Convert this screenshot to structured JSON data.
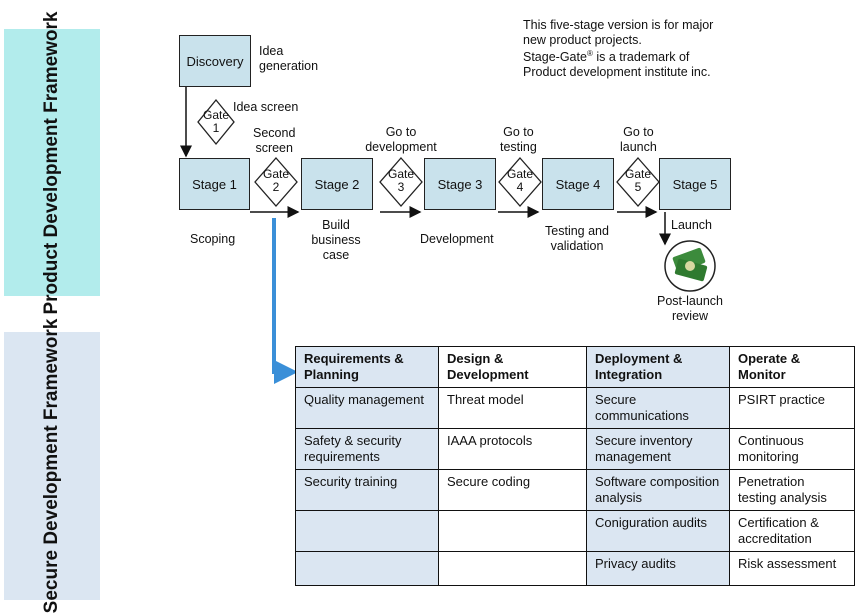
{
  "bands": {
    "top_label": "Product Development Framework",
    "bottom_label": "Secure Development Framework"
  },
  "note": {
    "line1": "This five-stage version is for major",
    "line2": "new product projects.",
    "line3_pre": "Stage-Gate",
    "line3_sup": "®",
    "line3_post": " is a trademark of",
    "line4": "Product development institute inc."
  },
  "flow": {
    "discovery": "Discovery",
    "idea_generation_1": "Idea",
    "idea_generation_2": "generation",
    "idea_screen": "Idea screen",
    "gate_word": "Gate",
    "gates": [
      "1",
      "2",
      "3",
      "4",
      "5"
    ],
    "second_screen_1": "Second",
    "second_screen_2": "screen",
    "go_dev_1": "Go to",
    "go_dev_2": "development",
    "go_test_1": "Go to",
    "go_test_2": "testing",
    "go_launch_1": "Go to",
    "go_launch_2": "launch",
    "stages": [
      "Stage 1",
      "Stage 2",
      "Stage 3",
      "Stage 4",
      "Stage 5"
    ],
    "scoping": "Scoping",
    "build_1": "Build",
    "build_2": "business",
    "build_3": "case",
    "development": "Development",
    "testing_1": "Testing and",
    "testing_2": "validation",
    "launch": "Launch",
    "post_launch_1": "Post-launch",
    "post_launch_2": "review"
  },
  "colors": {
    "top_band": "#b2ecec",
    "bottom_band": "#dbe6f2",
    "stage_fill": "#c9e2ec",
    "arrow_blue": "#3a8fd8"
  },
  "table": {
    "headers": [
      {
        "l1": "Requirements &",
        "l2": "Planning"
      },
      {
        "l1": "Design &",
        "l2": "Development"
      },
      {
        "l1": "Deployment &",
        "l2": "Integration"
      },
      {
        "l1": "Operate &",
        "l2": "Monitor"
      }
    ],
    "rows": [
      [
        "Quality management",
        "Threat model",
        "Secure communications",
        "PSIRT practice"
      ],
      [
        "Safety & security requirements",
        "IAAA protocols",
        "Secure inventory management",
        "Continuous monitoring"
      ],
      [
        "Security training",
        "Secure coding",
        "Software composition analysis",
        "Penetration testing analysis"
      ],
      [
        "",
        "",
        "Coniguration audits",
        "Certification & accreditation"
      ],
      [
        "",
        "",
        "Privacy audits",
        "Risk assessment"
      ]
    ]
  }
}
